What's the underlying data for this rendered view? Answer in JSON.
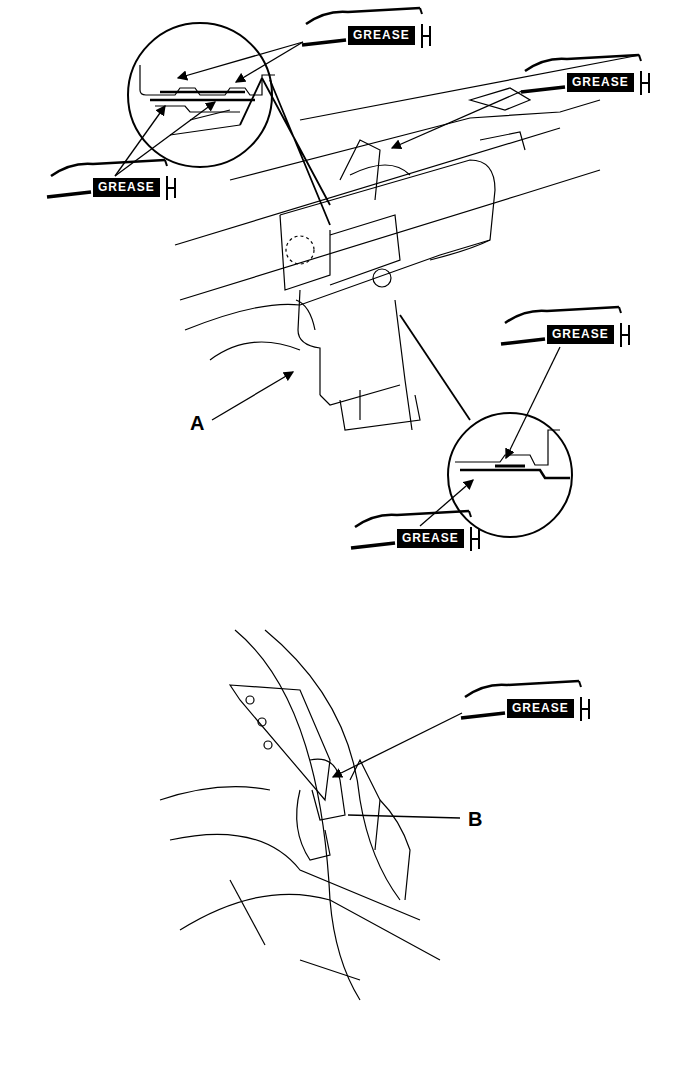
{
  "diagram": {
    "nodes": [
      {
        "text": [
          "GREASE"
        ]
      },
      {
        "text": [
          "GREASE"
        ]
      },
      {
        "text": [
          "GREASE"
        ]
      },
      {
        "text": [
          "GREASE"
        ]
      },
      {
        "text": [
          "GREASE"
        ]
      },
      {
        "text": [
          "GREASE"
        ]
      }
    ],
    "labels": [
      "A",
      "B"
    ]
  }
}
